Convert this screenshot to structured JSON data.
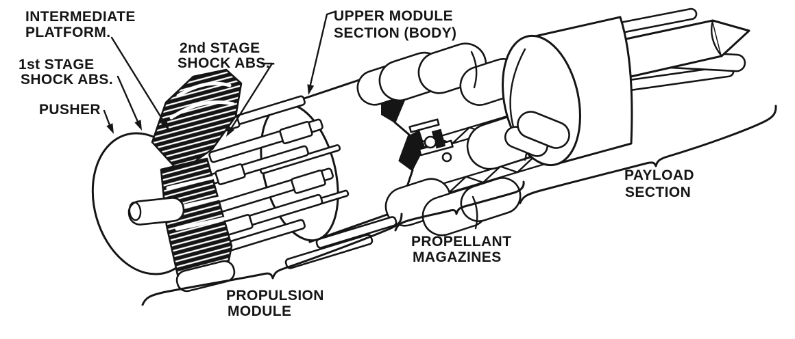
{
  "figure": {
    "type": "technical-cutaway-diagram",
    "subject": "Nuclear pulse propulsion vehicle — sectioned isometric cutaway",
    "ink_color": "#151515",
    "background_color": "#ffffff"
  },
  "labels": {
    "intermediate_platform": {
      "lines": [
        "INTERMEDIATE",
        "PLATFORM."
      ]
    },
    "first_stage_shock_abs": {
      "lines": [
        "1st STAGE",
        "SHOCK ABS."
      ]
    },
    "pusher": {
      "lines": [
        "PUSHER"
      ]
    },
    "second_stage_shock_abs": {
      "lines": [
        "2nd STAGE",
        "SHOCK ABS.-"
      ]
    },
    "upper_module_section": {
      "lines": [
        "UPPER MODULE",
        "SECTION (BODY)"
      ]
    },
    "payload_section": {
      "lines": [
        "PAYLOAD",
        "SECTION"
      ]
    },
    "propellant_magazines": {
      "lines": [
        "PROPELLANT",
        "MAGAZINES"
      ]
    },
    "propulsion_module": {
      "lines": [
        "PROPULSION",
        "MODULE"
      ]
    }
  }
}
